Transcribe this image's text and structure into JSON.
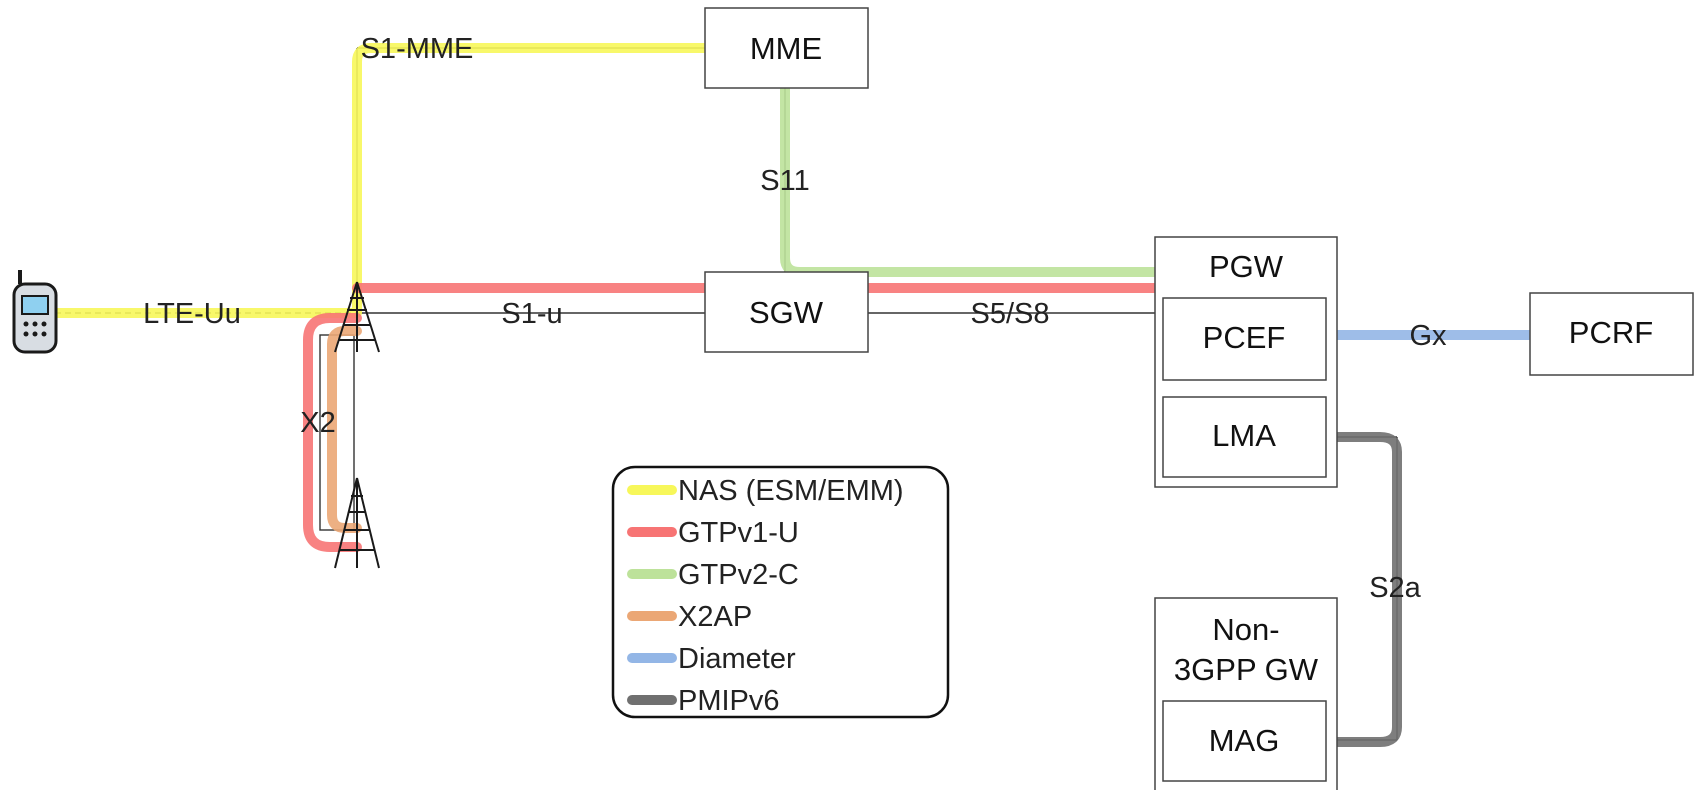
{
  "nodes": {
    "mme": "MME",
    "sgw": "SGW",
    "pgw": "PGW",
    "pcef": "PCEF",
    "lma": "LMA",
    "pcrf": "PCRF",
    "non3gpp_line1": "Non-",
    "non3gpp_line2": "3GPP GW",
    "mag": "MAG"
  },
  "interfaces": {
    "s1_mme": "S1-MME",
    "s11": "S11",
    "lte_uu": "LTE-Uu",
    "s1_u": "S1-u",
    "s5_s8": "S5/S8",
    "x2": "X2",
    "gx": "Gx",
    "s2a": "S2a"
  },
  "legend": [
    {
      "label": "NAS (ESM/EMM)",
      "color": "#f7f75a"
    },
    {
      "label": "GTPv1-U",
      "color": "#f77474"
    },
    {
      "label": "GTPv2-C",
      "color": "#bde29a"
    },
    {
      "label": "X2AP",
      "color": "#eba775"
    },
    {
      "label": "Diameter",
      "color": "#93b6e6"
    },
    {
      "label": "PMIPv6",
      "color": "#707070"
    }
  ]
}
